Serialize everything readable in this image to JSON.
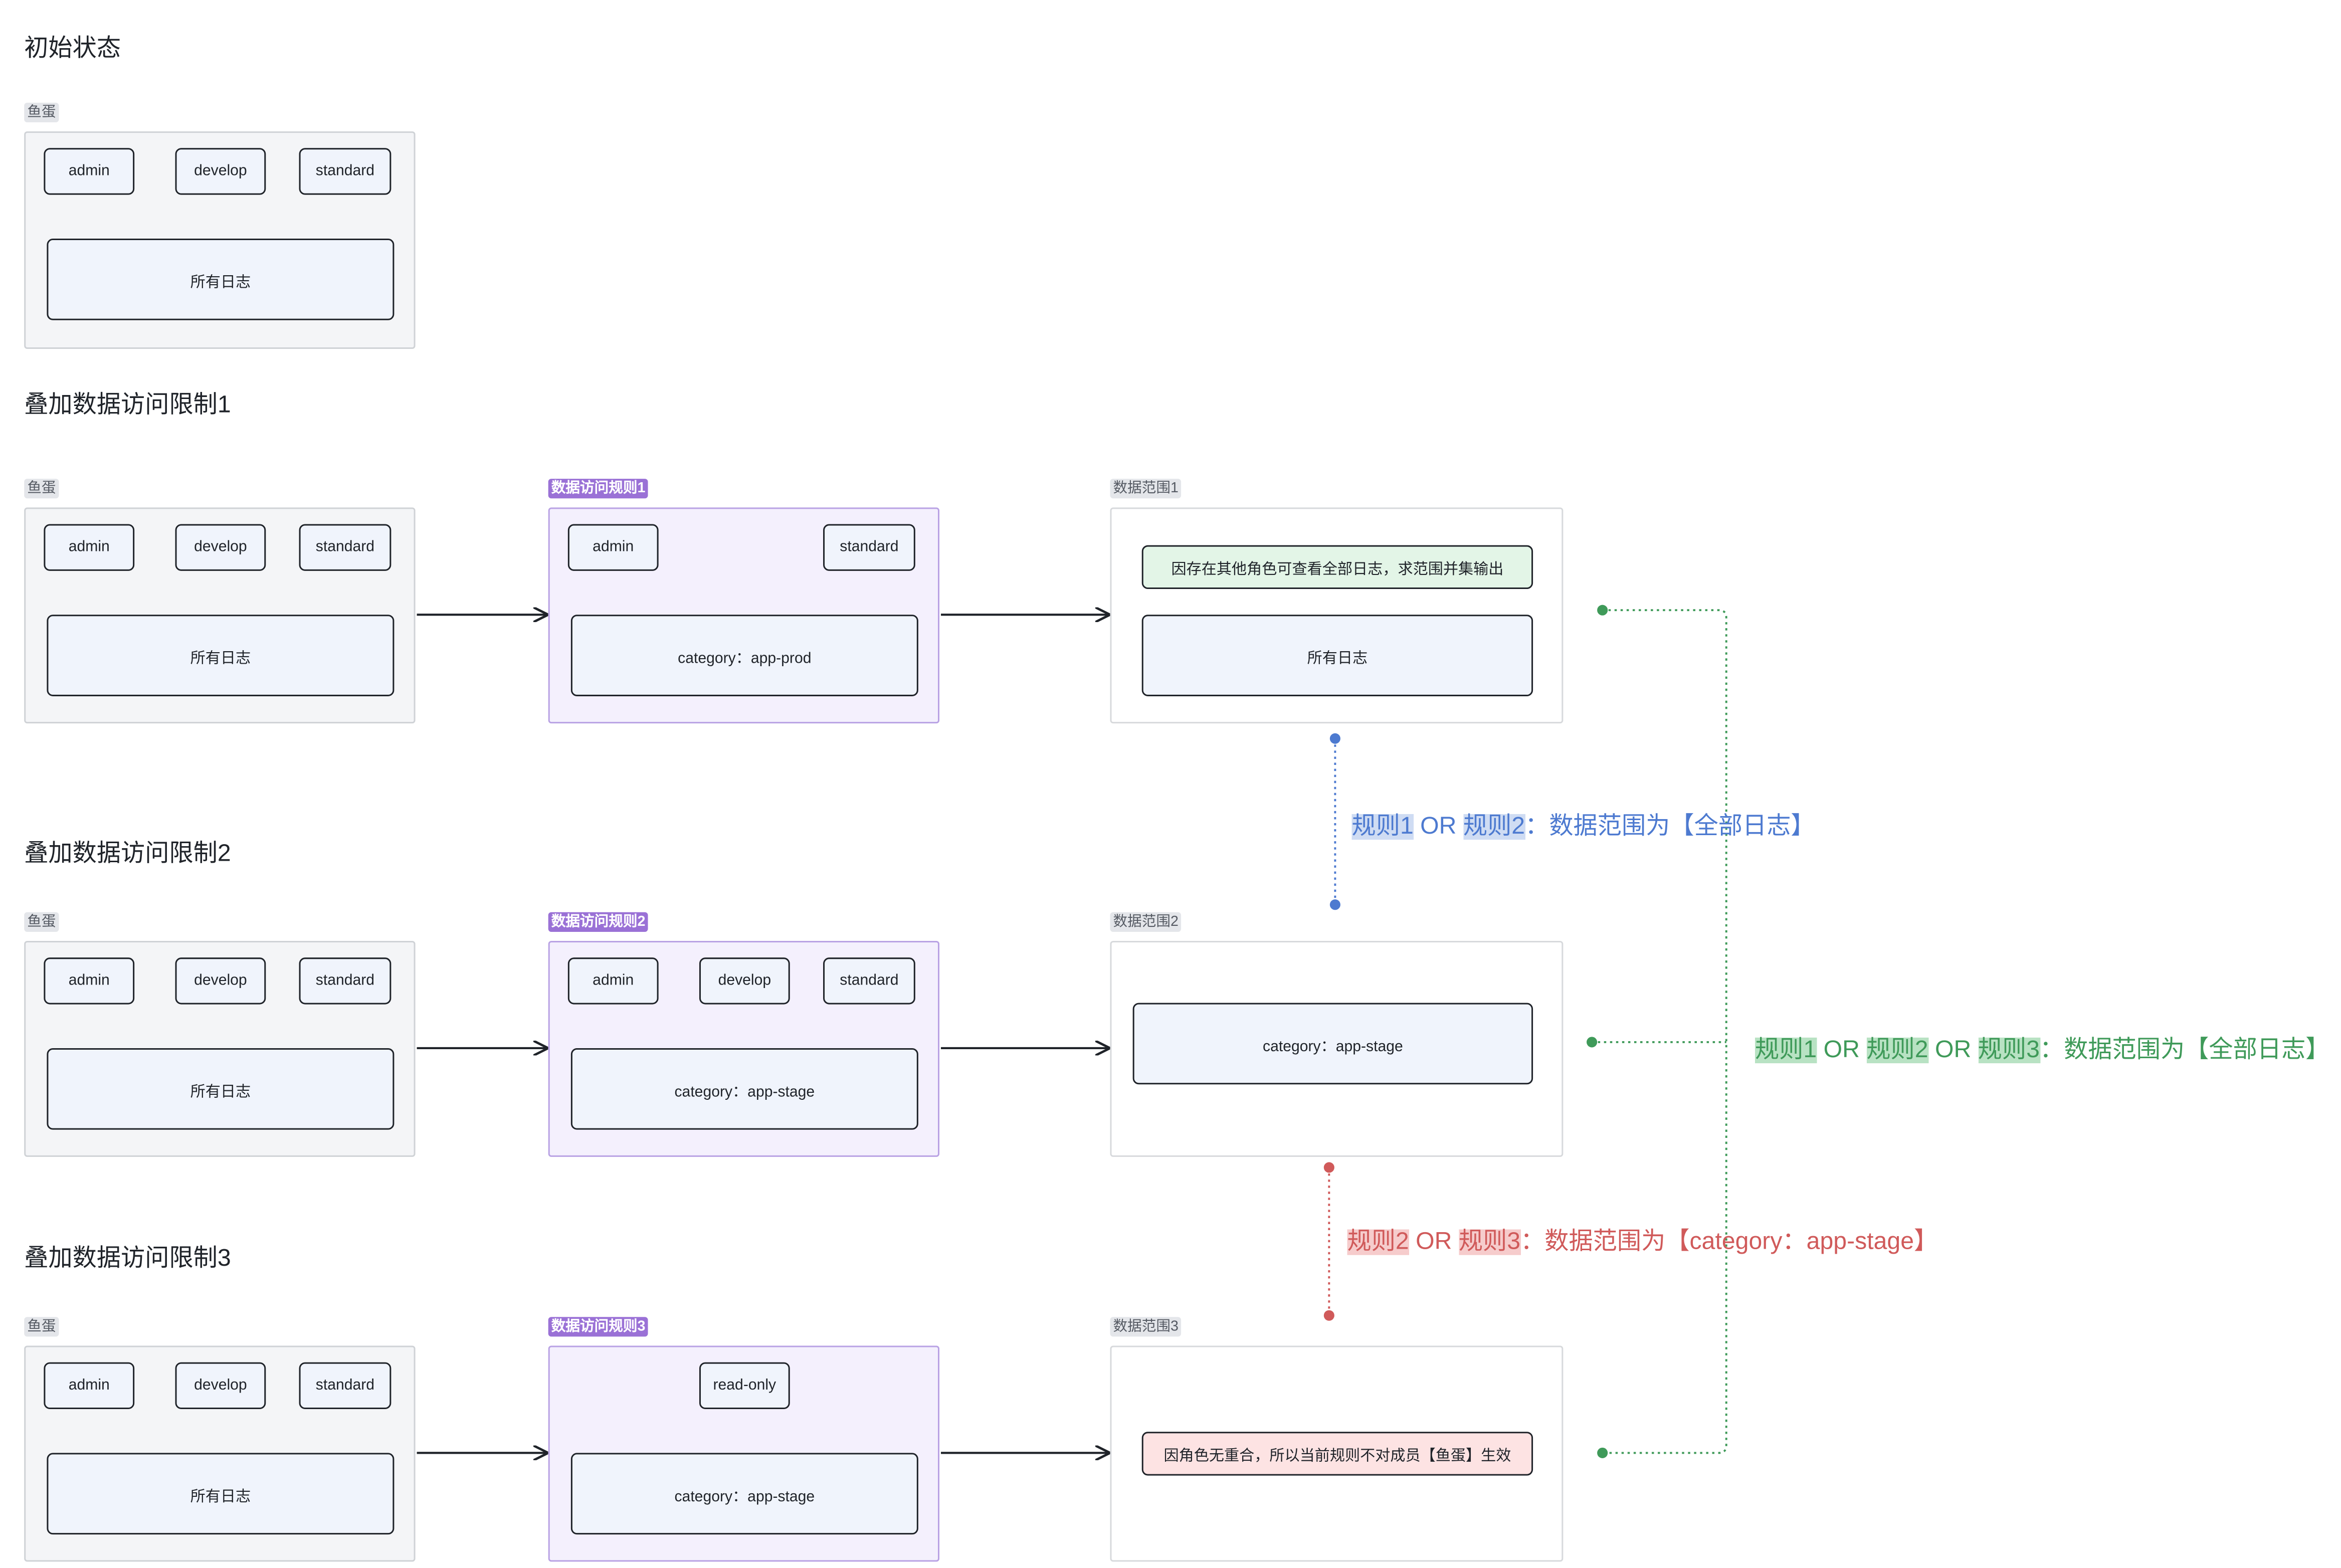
{
  "sections": {
    "initial": "初始状态",
    "limit1": "叠加数据访问限制1",
    "limit2": "叠加数据访问限制2",
    "limit3": "叠加数据访问限制3"
  },
  "member": {
    "tag": "鱼蛋",
    "roles": [
      "admin",
      "develop",
      "standard"
    ],
    "target": "所有日志"
  },
  "rules": [
    {
      "tag": "数据访问规则1",
      "roles": [
        "admin",
        "standard"
      ],
      "target": "category：app-prod"
    },
    {
      "tag": "数据访问规则2",
      "roles": [
        "admin",
        "develop",
        "standard"
      ],
      "target": "category：app-stage"
    },
    {
      "tag": "数据访问规则3",
      "roles": [
        "read-only"
      ],
      "target": "category：app-stage"
    }
  ],
  "scopes": [
    {
      "tag": "数据范围1",
      "note": "因存在其他角色可查看全部日志，求范围并集输出",
      "target": "所有日志"
    },
    {
      "tag": "数据范围2",
      "target": "category：app-stage"
    },
    {
      "tag": "数据范围3",
      "note": "因角色无重合，所以当前规则不对成员【鱼蛋】生效"
    }
  ],
  "annotations": {
    "blue": {
      "r1": "规则1",
      "or1": " OR ",
      "r2": "规则2",
      "rest": "：数据范围为【全部日志】"
    },
    "green": {
      "r1": "规则1",
      "or1": " OR ",
      "r2": "规则2",
      "or2": " OR ",
      "r3": "规则3",
      "rest": "：数据范围为【全部日志】"
    },
    "red": {
      "r1": "规则2",
      "or1": " OR ",
      "r2": "规则3",
      "rest": "：数据范围为【category：app-stage】"
    }
  },
  "colors": {
    "blue": "#4d7ad0",
    "green": "#3f9a59",
    "red": "#d05a5a",
    "purple": "#9a71d6"
  }
}
